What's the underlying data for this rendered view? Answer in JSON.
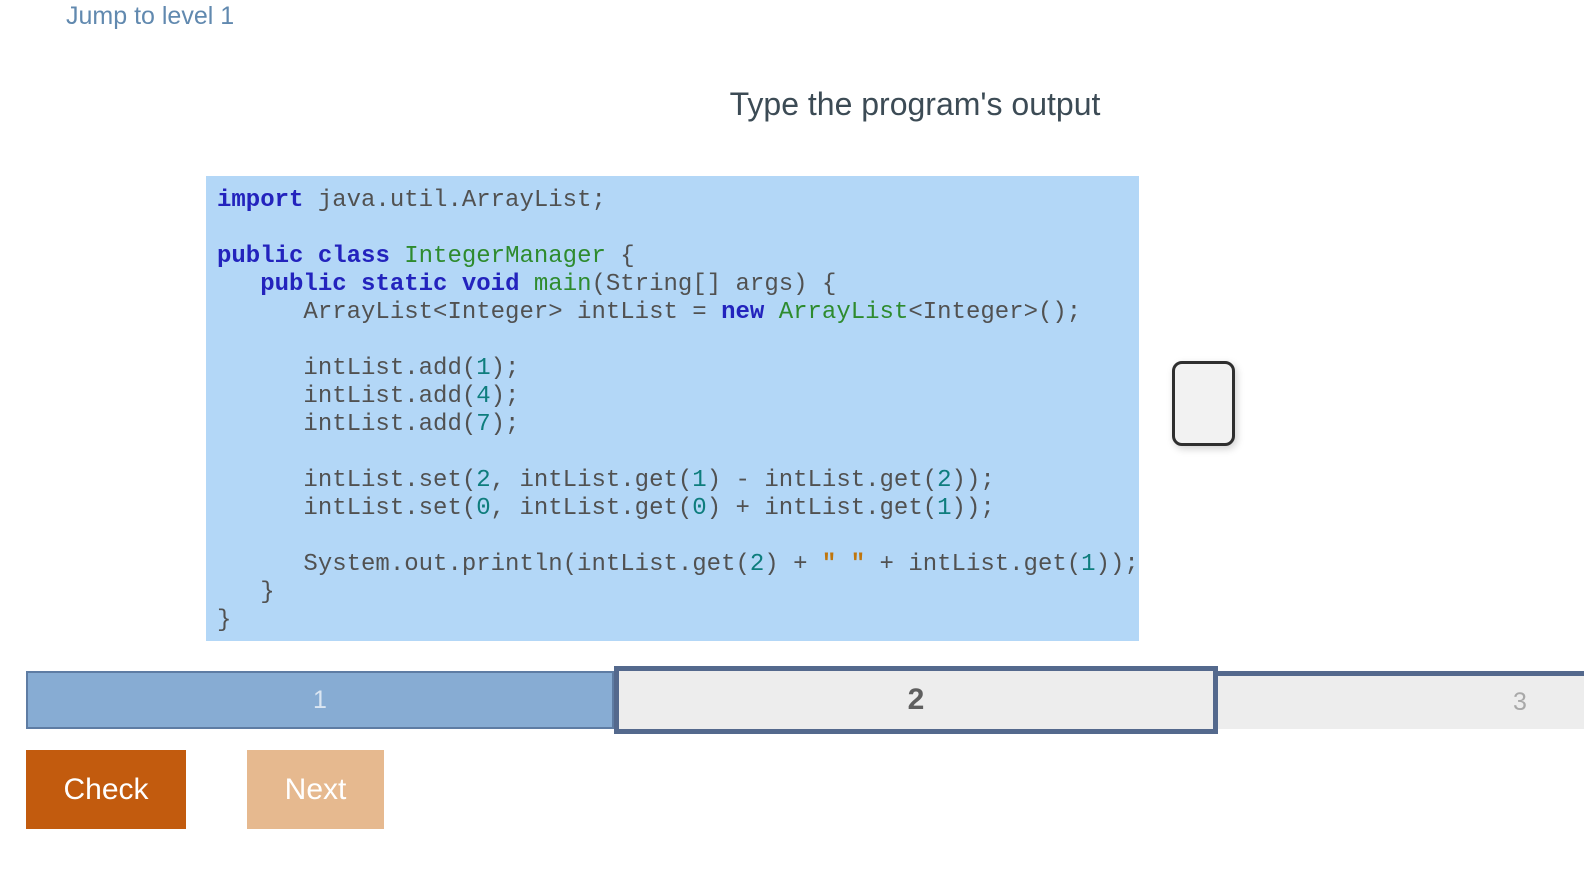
{
  "page": {
    "jump_link": "Jump to level 1",
    "heading": "Type the program's output"
  },
  "code": {
    "language": "java",
    "background": "#b3d7f7",
    "token_colors": {
      "keyword": "#2323bd",
      "class_name": "#2e8b2e",
      "number": "#0e7d7d",
      "string": "#c0760d",
      "plain": "#515151"
    },
    "lines": [
      [
        [
          "kw",
          "import"
        ],
        [
          "pln",
          " java.util.ArrayList;"
        ]
      ],
      [],
      [
        [
          "kw",
          "public"
        ],
        [
          "pln",
          " "
        ],
        [
          "kw",
          "class"
        ],
        [
          "pln",
          " "
        ],
        [
          "cls",
          "IntegerManager"
        ],
        [
          "pln",
          " {"
        ]
      ],
      [
        [
          "pln",
          "   "
        ],
        [
          "kw",
          "public"
        ],
        [
          "pln",
          " "
        ],
        [
          "kw",
          "static"
        ],
        [
          "pln",
          " "
        ],
        [
          "kw",
          "void"
        ],
        [
          "pln",
          " "
        ],
        [
          "cls",
          "main"
        ],
        [
          "pln",
          "(String[] args) {"
        ]
      ],
      [
        [
          "pln",
          "      ArrayList<Integer> intList = "
        ],
        [
          "kw",
          "new"
        ],
        [
          "pln",
          " "
        ],
        [
          "cls",
          "ArrayList"
        ],
        [
          "pln",
          "<Integer>();"
        ]
      ],
      [],
      [
        [
          "pln",
          "      intList.add("
        ],
        [
          "num",
          "1"
        ],
        [
          "pln",
          ");"
        ]
      ],
      [
        [
          "pln",
          "      intList.add("
        ],
        [
          "num",
          "4"
        ],
        [
          "pln",
          ");"
        ]
      ],
      [
        [
          "pln",
          "      intList.add("
        ],
        [
          "num",
          "7"
        ],
        [
          "pln",
          ");"
        ]
      ],
      [],
      [
        [
          "pln",
          "      intList.set("
        ],
        [
          "num",
          "2"
        ],
        [
          "pln",
          ", intList.get("
        ],
        [
          "num",
          "1"
        ],
        [
          "pln",
          ") - intList.get("
        ],
        [
          "num",
          "2"
        ],
        [
          "pln",
          "));"
        ]
      ],
      [
        [
          "pln",
          "      intList.set("
        ],
        [
          "num",
          "0"
        ],
        [
          "pln",
          ", intList.get("
        ],
        [
          "num",
          "0"
        ],
        [
          "pln",
          ") + intList.get("
        ],
        [
          "num",
          "1"
        ],
        [
          "pln",
          "));"
        ]
      ],
      [],
      [
        [
          "pln",
          "      System.out.println(intList.get("
        ],
        [
          "num",
          "2"
        ],
        [
          "pln",
          ") + "
        ],
        [
          "str",
          "\" \""
        ],
        [
          "pln",
          " + intList.get("
        ],
        [
          "num",
          "1"
        ],
        [
          "pln",
          "));"
        ]
      ],
      [
        [
          "pln",
          "   }"
        ]
      ],
      [
        [
          "pln",
          "}"
        ]
      ]
    ]
  },
  "answer": {
    "value": ""
  },
  "progress": {
    "levels": [
      {
        "label": "1",
        "state": "done"
      },
      {
        "label": "2",
        "state": "active"
      },
      {
        "label": "3",
        "state": "next"
      }
    ]
  },
  "buttons": {
    "check": "Check",
    "next": "Next"
  },
  "colors": {
    "link": "#6189af",
    "heading_text": "#3c4b55",
    "check_button": "#c25b0e",
    "next_button_disabled": "#e6b98f",
    "progress_done_fill": "#87acd3",
    "progress_done_border": "#5e7ca3",
    "progress_active_fill": "#ededed",
    "progress_active_border": "#54698d",
    "progress_next_label": "#a8a8a8",
    "answer_box_fill": "#f2f2f2",
    "answer_box_border": "#2f2f2f"
  }
}
